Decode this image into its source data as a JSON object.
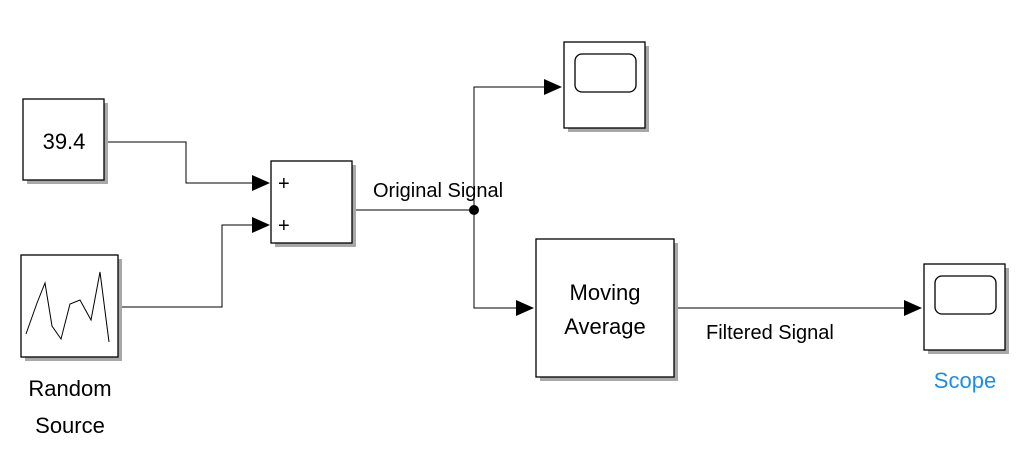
{
  "blocks": {
    "constant": {
      "value": "39.4"
    },
    "sum": {
      "port1_sign": "+",
      "port2_sign": "+"
    },
    "random_source": {
      "name_line1": "Random",
      "name_line2": "Source"
    },
    "moving_average": {
      "label_line1": "Moving",
      "label_line2": "Average"
    },
    "scope": {
      "name": "Scope",
      "name_color": "#1a8fe3"
    }
  },
  "signals": {
    "original": "Original Signal",
    "filtered": "Filtered Signal"
  },
  "icons": {
    "scope_display": "scope-screen-icon",
    "random_waveform": "random-waveform-icon"
  }
}
